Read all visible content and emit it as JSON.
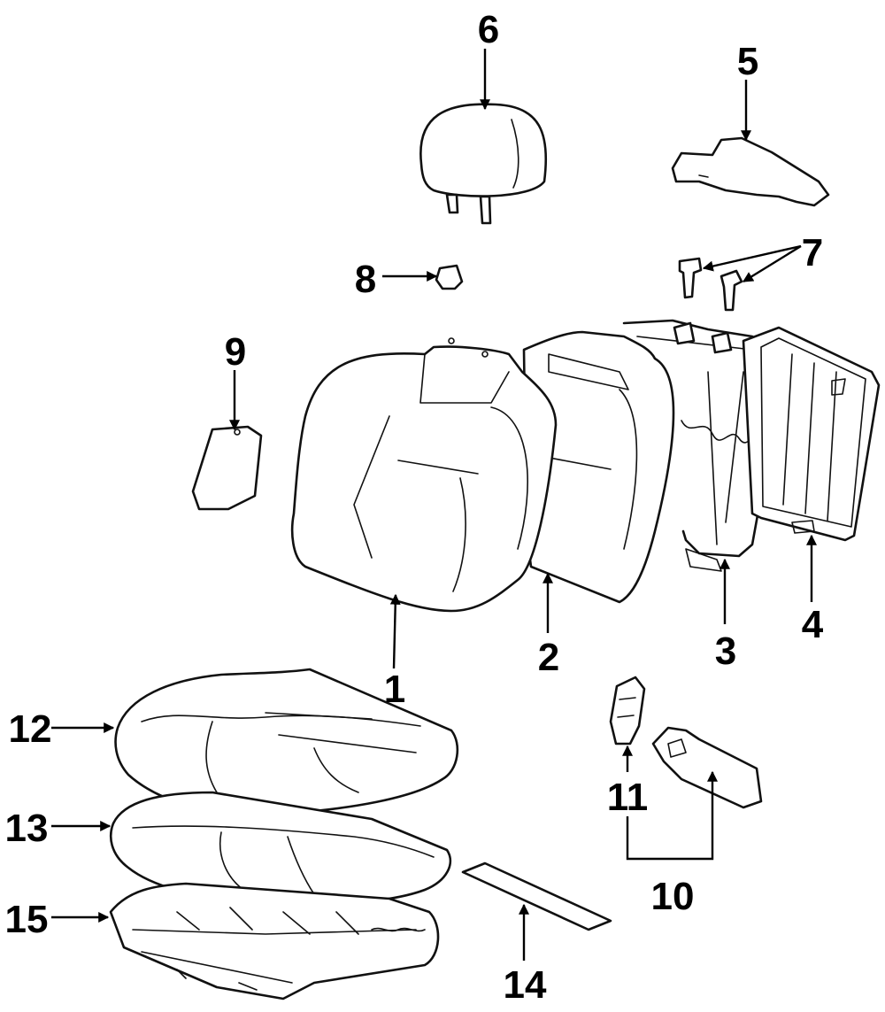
{
  "callouts": [
    {
      "id": "1",
      "label": "1"
    },
    {
      "id": "2",
      "label": "2"
    },
    {
      "id": "3",
      "label": "3"
    },
    {
      "id": "4",
      "label": "4"
    },
    {
      "id": "5",
      "label": "5"
    },
    {
      "id": "6",
      "label": "6"
    },
    {
      "id": "7",
      "label": "7"
    },
    {
      "id": "8",
      "label": "8"
    },
    {
      "id": "9",
      "label": "9"
    },
    {
      "id": "10",
      "label": "10"
    },
    {
      "id": "11",
      "label": "11"
    },
    {
      "id": "12",
      "label": "12"
    },
    {
      "id": "13",
      "label": "13"
    },
    {
      "id": "14",
      "label": "14"
    },
    {
      "id": "15",
      "label": "15"
    }
  ],
  "colors": {
    "ink": "#111111",
    "paper": "#ffffff"
  }
}
